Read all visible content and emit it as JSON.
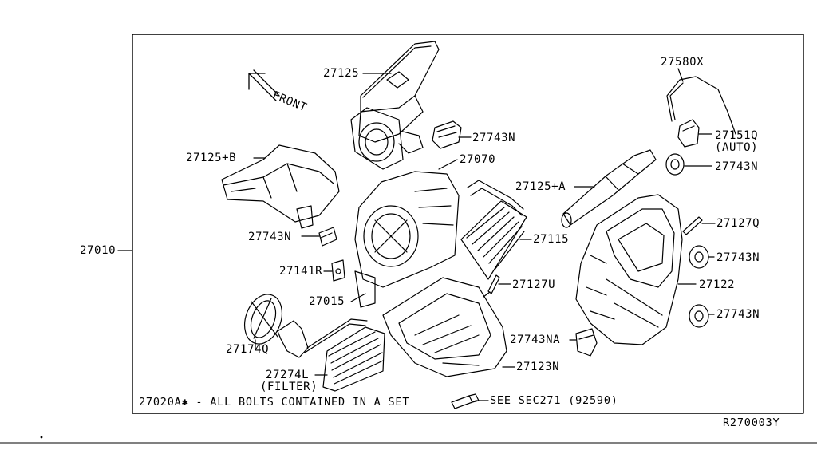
{
  "diagram": {
    "main_assembly": "27010",
    "front_label": "FRONT",
    "parts": {
      "p27125": "27125",
      "p27743n_top": "27743N",
      "p27125b": "27125+B",
      "p27070": "27070",
      "p27125a": "27125+A",
      "p27743n_left": "27743N",
      "p27115": "27115",
      "p27141r": "27141R",
      "p27127u": "27127U",
      "p27015": "27015",
      "p27174q": "27174Q",
      "p27743na": "27743NA",
      "p27123n": "27123N",
      "p27274l": "27274L",
      "p27274l_sub": "(FILTER)",
      "p27580x": "27580X",
      "p27151q": "27151Q",
      "p27151q_sub": "(AUTO)",
      "p27743n_r1": "27743N",
      "p27127q": "27127Q",
      "p27743n_r2": "27743N",
      "p27122": "27122",
      "p27743n_r3": "27743N"
    },
    "footnote": "27020A✱ - ALL BOLTS CONTAINED IN A SET",
    "see_sec": "SEE SEC271 (92590)",
    "drawing_code": "R270003Y"
  }
}
